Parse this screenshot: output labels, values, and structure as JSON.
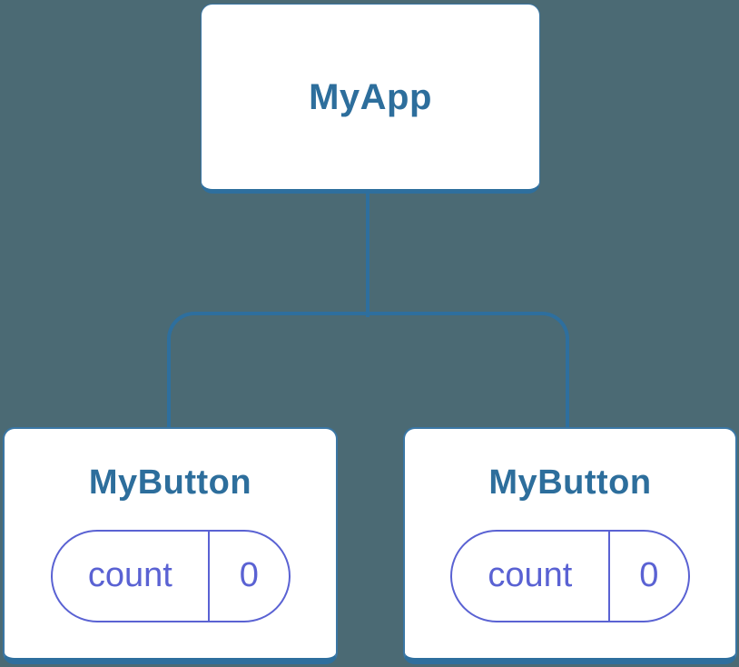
{
  "colors": {
    "bg": "#4b6a74",
    "line": "#2e6f9e",
    "card": "#ffffff",
    "card-border": "#3a76a4",
    "heading": "#2d6e9c",
    "purple": "#5a62d3"
  },
  "tree": {
    "root": {
      "label": "MyApp"
    },
    "children": [
      {
        "label": "MyButton",
        "state": {
          "name": "count",
          "value": "0"
        }
      },
      {
        "label": "MyButton",
        "state": {
          "name": "count",
          "value": "0"
        }
      }
    ]
  }
}
